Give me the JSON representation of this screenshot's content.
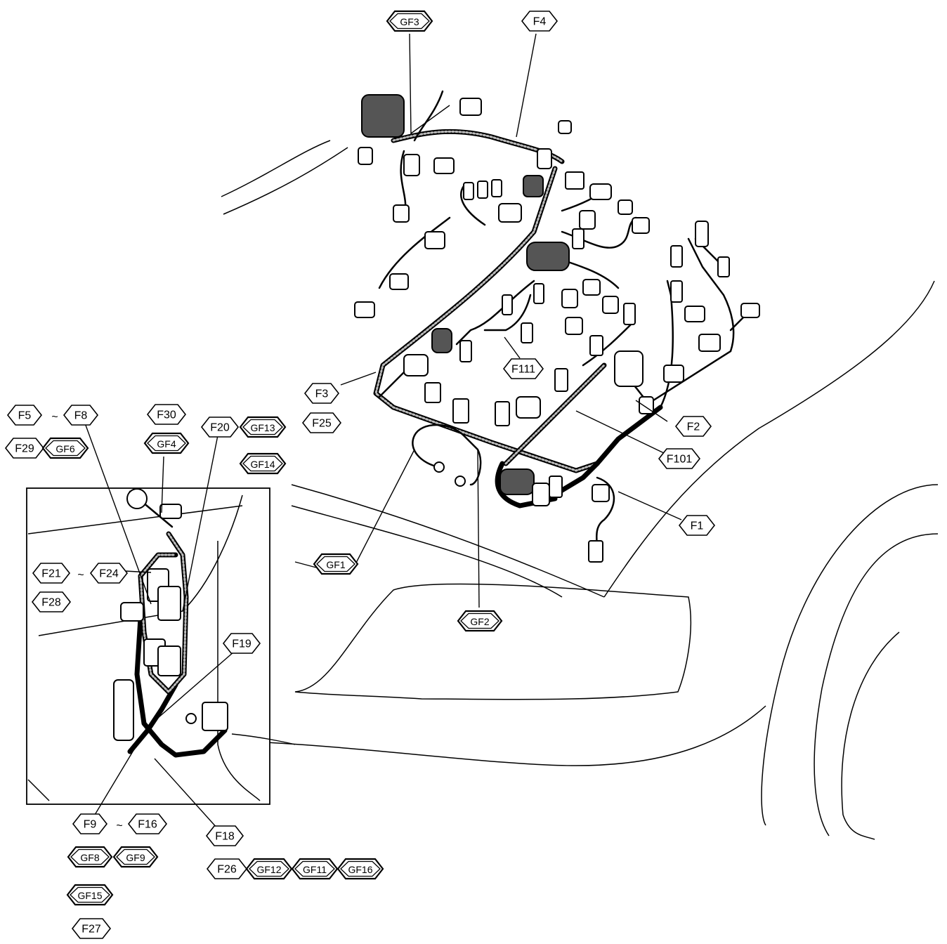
{
  "labels": {
    "GF3": "GF3",
    "F4": "F4",
    "F3": "F3",
    "F25": "F25",
    "F111": "F111",
    "F2": "F2",
    "F101": "F101",
    "F1": "F1",
    "GF1": "GF1",
    "GF2": "GF2",
    "F5": "F5",
    "tilde_f5_f8": "~",
    "F8": "F8",
    "F29": "F29",
    "GF6": "GF6",
    "F30": "F30",
    "GF4": "GF4",
    "F20": "F20",
    "GF13": "GF13",
    "GF14": "GF14",
    "F21": "F21",
    "tilde_f21_f24": "~",
    "F24": "F24",
    "F28": "F28",
    "F19": "F19",
    "F9": "F9",
    "tilde_f9_f16": "~",
    "F16": "F16",
    "GF8": "GF8",
    "GF9": "GF9",
    "GF15": "GF15",
    "F27": "F27",
    "F18": "F18",
    "F26": "F26",
    "GF12": "GF12",
    "GF11": "GF11",
    "GF16": "GF16"
  },
  "colors": {
    "line": "#000000",
    "background": "#ffffff",
    "harness_fill": "#bbbbbb"
  },
  "legend": {
    "connector_symbol": "hexagon",
    "ground_symbol": "double-hexagon"
  }
}
